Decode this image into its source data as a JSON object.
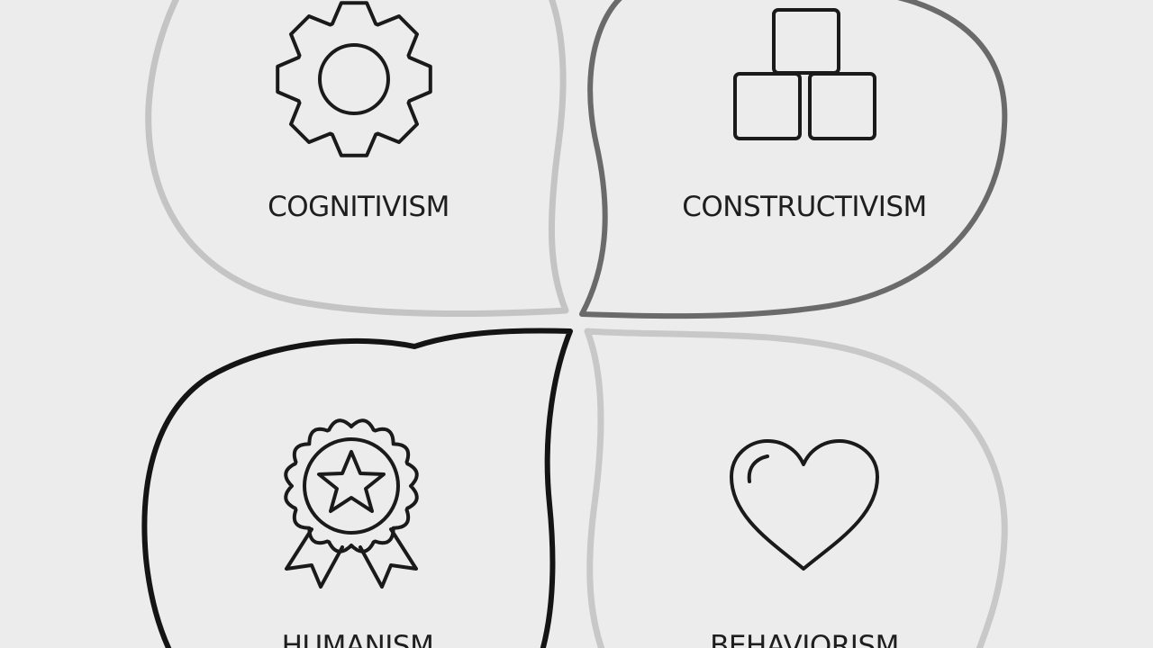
{
  "quadrants": [
    {
      "label": "COGNITIVISM",
      "icon": "gear-icon",
      "outline_color": "#c4c4c4"
    },
    {
      "label": "CONSTRUCTIVISM",
      "icon": "blocks-icon",
      "outline_color": "#6a6a6a"
    },
    {
      "label": "HUMANISM",
      "icon": "award-ribbon-icon",
      "outline_color": "#141414"
    },
    {
      "label": "BEHAVIORISM",
      "icon": "heart-icon",
      "outline_color": "#c8c8c8"
    }
  ],
  "background_color": "#ececec"
}
